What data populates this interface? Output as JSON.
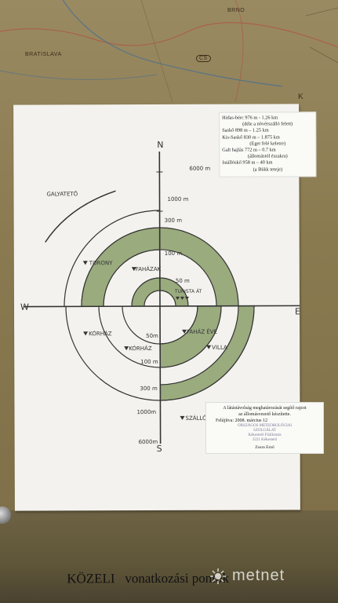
{
  "map": {
    "labels": [
      "BRATISLAVA",
      "CS",
      "BRNO",
      "K"
    ]
  },
  "legend": {
    "lines": [
      "Hidas-bérc 976 m - 1.26 km",
      "(déle a növérszálló felett)",
      "Saskő 898 m – 1.25 km",
      "Kis-Saskő 830 m – 1.875 km",
      "(Eger felé keletre)",
      "Galt hajlás 772 m – 0.7 km",
      "(állomástól északra)",
      "Istállóskő 958 m – 40 km",
      "(a Bükk teteje)"
    ]
  },
  "diagram": {
    "compass": {
      "n": "N",
      "s": "S",
      "w": "W",
      "e": "E"
    },
    "distance_labels_north": [
      "6000 m",
      "1000 m",
      "300 m",
      "100 m",
      "50 m"
    ],
    "distance_labels_south": [
      "50m",
      "100 m",
      "300 m",
      "1000m",
      "6000m"
    ],
    "places": {
      "galyateto": "GALYATETŐ",
      "torony": "TORONY",
      "fahazak": "FAHÁZAK",
      "turista_at": "TURISTA ÁT",
      "korhaz_1": "KÓRHÁZ",
      "korhaz_2": "KÓRHÁZ",
      "fahaz_eve": "FAHÁZ ÉVE",
      "villa": "VILLA",
      "szallo": "SZÁLLÓ"
    },
    "colors": {
      "band": "#9aab7e",
      "line": "#333333"
    }
  },
  "info": {
    "line1": "A látástávolság meghatározását segítő rajzot",
    "line2": "az állomásvezető készítette.",
    "line3": "Felújítva: 2008. március 12",
    "stamp1": "ORSZÁGOS METEOROLÓGIAI",
    "stamp2": "SZOLGÁLAT",
    "stamp3": "Kékestető Főállomás",
    "stamp4": "3221 Kékestető",
    "signature": "Zsura Ernő"
  },
  "footer": {
    "title": "KÖZELI   vonatkozási pontok"
  },
  "watermark": {
    "text": "metnet"
  }
}
